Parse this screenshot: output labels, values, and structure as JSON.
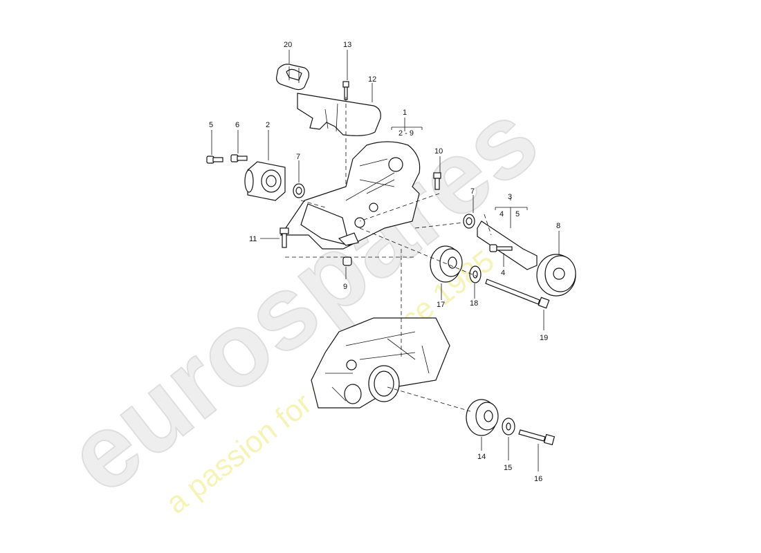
{
  "diagram": {
    "callouts": {
      "p1": "1",
      "p2": "2",
      "p3": "3",
      "p4": "4",
      "p5": "5",
      "p6": "6",
      "p7a": "7",
      "p7b": "7",
      "p8": "8",
      "p9": "9",
      "p10": "10",
      "p11": "11",
      "p12": "12",
      "p13": "13",
      "p14": "14",
      "p15": "15",
      "p16": "16",
      "p17": "17",
      "p18": "18",
      "p19": "19",
      "p20": "20",
      "group1_range": "2 - 9",
      "group3_a": "4",
      "group3_b": "5"
    },
    "watermark": {
      "logo": "eurospares",
      "tagline": "a passion for parts since 1985"
    }
  }
}
